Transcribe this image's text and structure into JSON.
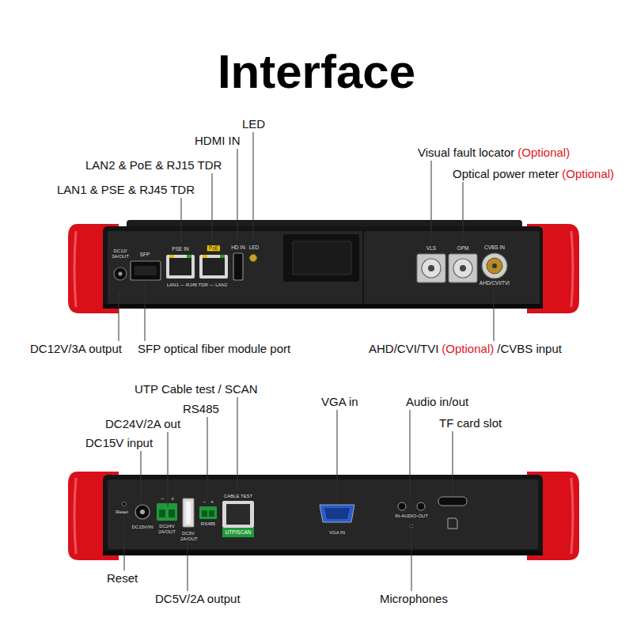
{
  "diagram": {
    "title": "Interface",
    "labels": [
      "LED",
      "HDMI IN",
      "LAN2 & PoE & RJ15 TDR",
      "LAN1 & PSE & RJ45 TDR",
      "Visual fault locator",
      "(Optional)",
      "Optical power meter",
      "(Optional)",
      "DC12V/3A output",
      "SFP optical fiber module port",
      "AHD/CVI/TVI",
      "(Optional)",
      "/CVBS input",
      "UTP Cable test / SCAN",
      "RS485",
      "DC24V/2A out",
      "DC15V input",
      "VGA in",
      "Audio in/out",
      "TF card slot",
      "Reset",
      "DC5V/2A output",
      "Microphones",
      "DC12/ 3A/OUT",
      "SFP",
      "PSE IN",
      "PoE",
      "HD IN",
      "LED",
      "LAN1 — RJ45 TDR — LAN2",
      "VLS",
      "OPM",
      "CVBS IN",
      "AHD/CVI/TVI",
      "Reset",
      "DC15V/IN",
      "DC24V 2A/OUT",
      "DC5V 2A/OUT",
      "RS485",
      "CABLE TEST",
      "UTP/SCAN",
      "VGA IN",
      "IN-AUDIO-OUT",
      "−",
      "+",
      "−",
      "+"
    ]
  }
}
